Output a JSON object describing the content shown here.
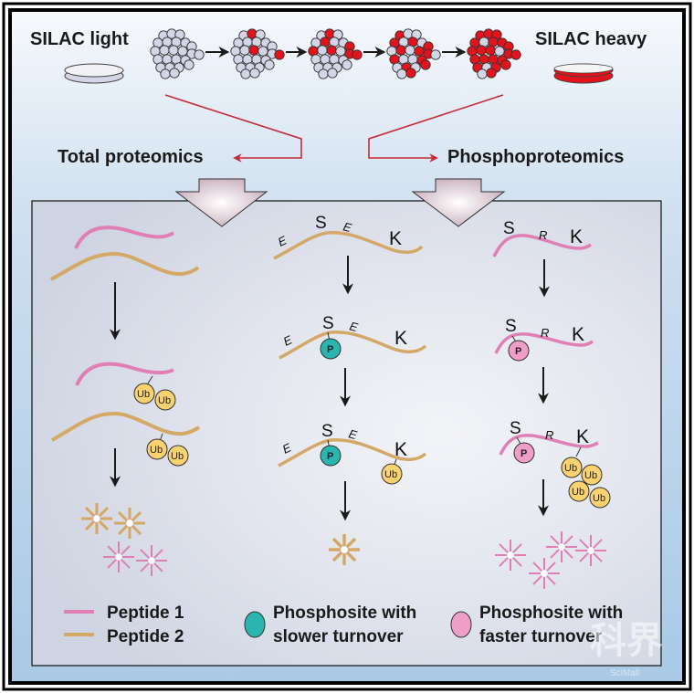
{
  "title": "SILAC turnover of total proteome and phosphoproteome",
  "top": {
    "silac_light_label": "SILAC light",
    "silac_heavy_label": "SILAC heavy",
    "total_label": "Total proteomics",
    "phospho_label": "Phosphoproteomics",
    "labeling_timepoints": [
      {
        "heavy_fraction_desc": "all light"
      },
      {
        "heavy_fraction_desc": "few heavy"
      },
      {
        "heavy_fraction_desc": "some heavy"
      },
      {
        "heavy_fraction_desc": "mostly heavy"
      },
      {
        "heavy_fraction_desc": "almost all heavy"
      }
    ]
  },
  "panels": {
    "total": {
      "ub_label": "Ub"
    },
    "slow_site": {
      "residues": [
        "E",
        "S",
        "E",
        "K"
      ],
      "phospho_label": "P",
      "ub_label": "Ub"
    },
    "fast_site": {
      "residues": [
        "S",
        "R",
        "K"
      ],
      "phospho_label": "P",
      "ub_label": "Ub"
    }
  },
  "legend": {
    "peptide1": "Peptide 1",
    "peptide2": "Peptide 2",
    "slow_line1": "Phosphosite with",
    "slow_line2": "slower turnover",
    "fast_line1": "Phosphosite with",
    "fast_line2": "faster turnover"
  },
  "watermark": {
    "chars": "科界",
    "sub": "SciMall"
  },
  "colors": {
    "peptide1": "#e07fb5",
    "peptide2": "#d4a866",
    "heavy_red": "#e3121b",
    "light_grey": "#d4d5e6",
    "slow_phospho": "#2bb4b0",
    "fast_phospho": "#ef9ec8",
    "ub": "#fcd170",
    "connector_red": "#c62a35"
  }
}
